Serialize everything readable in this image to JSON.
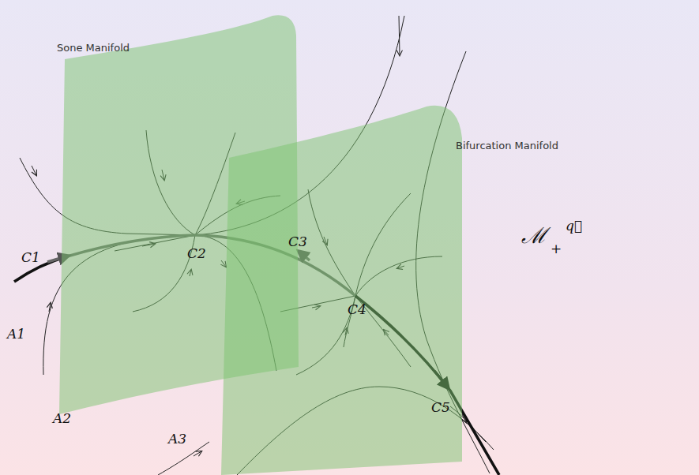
{
  "diagram": {
    "nodes": [
      {
        "text": [
          "Sone Manifold"
        ]
      },
      {
        "text": [
          "Bifurcation Manifold"
        ]
      }
    ],
    "labels": [
      "C1",
      "C2",
      "C3",
      "C4",
      "C5",
      "A1",
      "A2",
      "A3",
      "ℳ",
      "+",
      "q⃗"
    ]
  }
}
